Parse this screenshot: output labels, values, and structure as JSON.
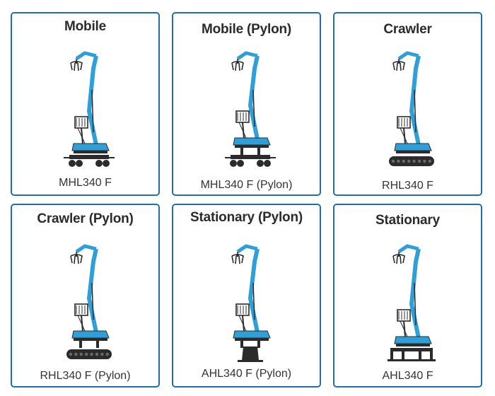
{
  "colors": {
    "card_border": "#1f6fb0",
    "machine_blue": "#2f9fd8",
    "machine_dark": "#2b2b2b"
  },
  "cards": [
    {
      "title": "Mobile",
      "model": "MHL340 F",
      "undercarriage": "wheels",
      "icon": "material-handler-wheeled-icon"
    },
    {
      "title": "Mobile (Pylon)",
      "model": "MHL340 F (Pylon)",
      "undercarriage": "wheels-pylon",
      "icon": "material-handler-wheeled-pylon-icon"
    },
    {
      "title": "Crawler",
      "model": "RHL340 F",
      "undercarriage": "tracks",
      "icon": "material-handler-crawler-icon"
    },
    {
      "title": "Crawler (Pylon)",
      "model": "RHL340 F (Pylon)",
      "undercarriage": "tracks-pylon",
      "icon": "material-handler-crawler-pylon-icon"
    },
    {
      "title": "Stationary (Pylon)",
      "model": "AHL340 F (Pylon)",
      "undercarriage": "pylon-column",
      "icon": "material-handler-stationary-pylon-icon"
    },
    {
      "title": "Stationary",
      "model": "AHL340 F",
      "undercarriage": "stationary-base",
      "icon": "material-handler-stationary-icon"
    }
  ]
}
